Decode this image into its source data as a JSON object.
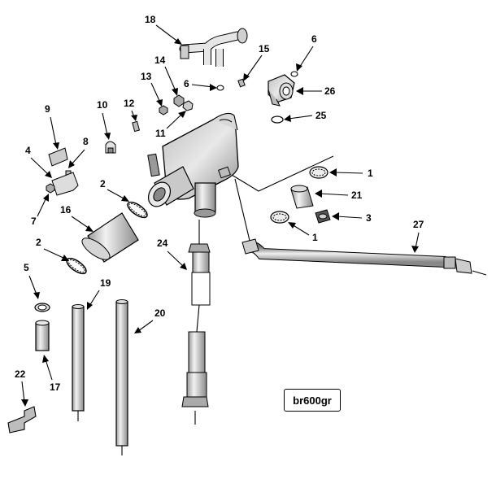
{
  "reference_code": "br600gr",
  "callouts": [
    "1",
    "1",
    "2",
    "2",
    "3",
    "4",
    "5",
    "6",
    "6",
    "7",
    "8",
    "9",
    "10",
    "11",
    "12",
    "13",
    "14",
    "15",
    "16",
    "17",
    "18",
    "19",
    "20",
    "21",
    "22",
    "24",
    "25",
    "26",
    "27"
  ],
  "colors": {
    "line": "#000000",
    "part_light": "#e6e6e6",
    "part_mid": "#bdbdbd",
    "part_dark": "#808080",
    "background": "#ffffff"
  }
}
